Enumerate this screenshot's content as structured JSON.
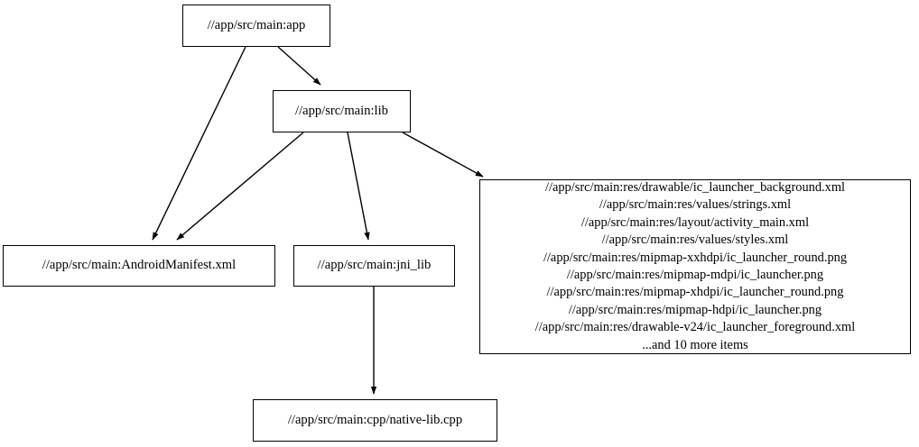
{
  "graph": {
    "type": "directed-dependency-graph",
    "background_color": "#ffffff",
    "node_border_color": "#000000",
    "edge_color": "#000000",
    "text_color": "#000000",
    "nodes": [
      {
        "id": "app",
        "label": "//app/src/main:app"
      },
      {
        "id": "lib",
        "label": "//app/src/main:lib"
      },
      {
        "id": "manifest",
        "label": "//app/src/main:AndroidManifest.xml"
      },
      {
        "id": "jni_lib",
        "label": "//app/src/main:jni_lib"
      },
      {
        "id": "resources",
        "label": "//app/src/main:res/drawable/ic_launcher_background.xml\n//app/src/main:res/values/strings.xml\n//app/src/main:res/layout/activity_main.xml\n//app/src/main:res/values/styles.xml\n//app/src/main:res/mipmap-xxhdpi/ic_launcher_round.png\n//app/src/main:res/mipmap-mdpi/ic_launcher.png\n//app/src/main:res/mipmap-xhdpi/ic_launcher_round.png\n//app/src/main:res/mipmap-hdpi/ic_launcher.png\n//app/src/main:res/drawable-v24/ic_launcher_foreground.xml\n...and 10 more items",
        "lines": [
          "//app/src/main:res/drawable/ic_launcher_background.xml",
          "//app/src/main:res/values/strings.xml",
          "//app/src/main:res/layout/activity_main.xml",
          "//app/src/main:res/values/styles.xml",
          "//app/src/main:res/mipmap-xxhdpi/ic_launcher_round.png",
          "//app/src/main:res/mipmap-mdpi/ic_launcher.png",
          "//app/src/main:res/mipmap-xhdpi/ic_launcher_round.png",
          "//app/src/main:res/mipmap-hdpi/ic_launcher.png",
          "//app/src/main:res/drawable-v24/ic_launcher_foreground.xml",
          "...and 10 more items"
        ]
      },
      {
        "id": "native_lib",
        "label": "//app/src/main:cpp/native-lib.cpp"
      }
    ],
    "edges": [
      {
        "from": "app",
        "to": "manifest"
      },
      {
        "from": "app",
        "to": "lib"
      },
      {
        "from": "lib",
        "to": "manifest"
      },
      {
        "from": "lib",
        "to": "jni_lib"
      },
      {
        "from": "lib",
        "to": "resources"
      },
      {
        "from": "jni_lib",
        "to": "native_lib"
      }
    ]
  }
}
